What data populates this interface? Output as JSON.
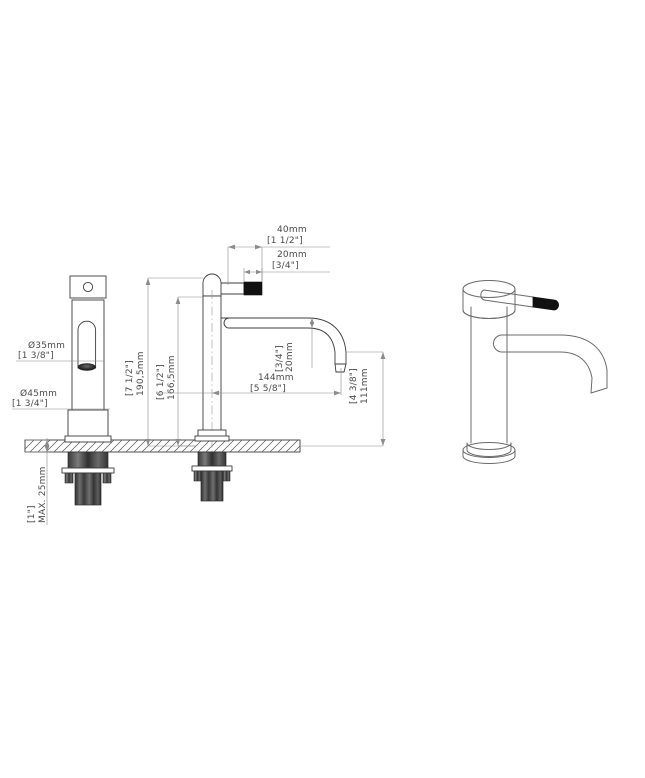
{
  "drawing": {
    "type": "technical-dimension-drawing",
    "subject": "Single-hole tall vessel basin faucet",
    "background_color": "#ffffff",
    "line_color": "#3c3c3c",
    "dimension_line_color": "#8c8c8c",
    "text_color": "#4a4a4a",
    "accent_color": "#111111",
    "views": [
      {
        "name": "front-section-view",
        "label": ""
      },
      {
        "name": "side-elevation-view",
        "label": ""
      },
      {
        "name": "isometric-render-view",
        "label": ""
      }
    ]
  },
  "dimensions": {
    "spout_outlet_dia": {
      "metric": "Ø35mm",
      "imperial": "[1  3/8\"]"
    },
    "base_dia": {
      "metric": "Ø45mm",
      "imperial": "[1  3/4\"]"
    },
    "max_counter_thickness": {
      "metric": "MAX. 25mm",
      "imperial": "[1\"]"
    },
    "overall_height": {
      "metric": "190,5mm",
      "imperial": "[7 1/2\"]"
    },
    "spout_body_height": {
      "metric": "166,5mm",
      "imperial": "[6 1/2\"]"
    },
    "handle_travel": {
      "metric": "40mm",
      "imperial": "[1  1/2\"]"
    },
    "handle_tip": {
      "metric": "20mm",
      "imperial": "[3/4\"]"
    },
    "spout_tube_dia": {
      "metric": "20mm",
      "imperial": "[3/4\"]"
    },
    "spout_reach": {
      "metric": "144mm",
      "imperial": "[5  5/8\"]"
    },
    "spout_clearance": {
      "metric": "111mm",
      "imperial": "[4  3/8\"]"
    }
  }
}
